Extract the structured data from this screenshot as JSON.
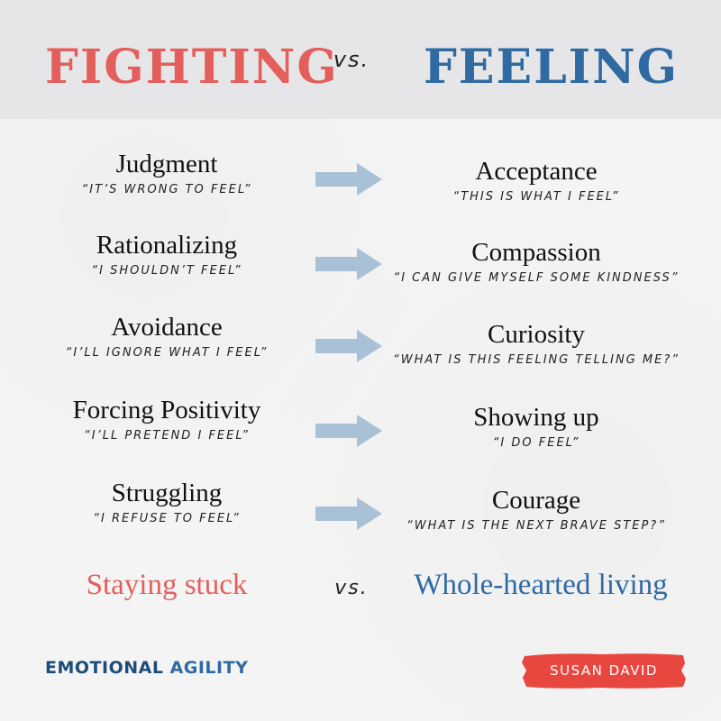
{
  "header": {
    "left_title": "FIGHTING",
    "vs": "vs.",
    "right_title": "FEELING"
  },
  "rows": [
    {
      "left_term": "Judgment",
      "left_quote": "“It’s wrong to feel”",
      "right_term": "Acceptance",
      "right_quote": "“This is what I feel”"
    },
    {
      "left_term": "Rationalizing",
      "left_quote": "“I shouldn’t feel”",
      "right_term": "Compassion",
      "right_quote": "“I can give myself some kindness”"
    },
    {
      "left_term": "Avoidance",
      "left_quote": "“I’ll ignore what I feel”",
      "right_term": "Curiosity",
      "right_quote": "“What is this feeling telling me?”"
    },
    {
      "left_term": "Forcing Positivity",
      "left_quote": "“I’ll pretend I feel”",
      "right_term": "Showing up",
      "right_quote": "“I do feel”"
    },
    {
      "left_term": "Struggling",
      "left_quote": "“I refuse to feel”",
      "right_term": "Courage",
      "right_quote": "“What is the next brave step?”"
    }
  ],
  "summary": {
    "left": "Staying stuck",
    "vs": "vs.",
    "right": "Whole-hearted living"
  },
  "footer": {
    "brand_part1": "EMOTIONAL ",
    "brand_part2": "AGILITY",
    "author": "SUSAN DAVID"
  },
  "colors": {
    "fighting": "#e35f5c",
    "feeling": "#2f6aa2",
    "arrow": "#a9c1d6",
    "author_badge": "#e8473f"
  },
  "icons": {
    "arrow": "right-arrow-icon"
  }
}
